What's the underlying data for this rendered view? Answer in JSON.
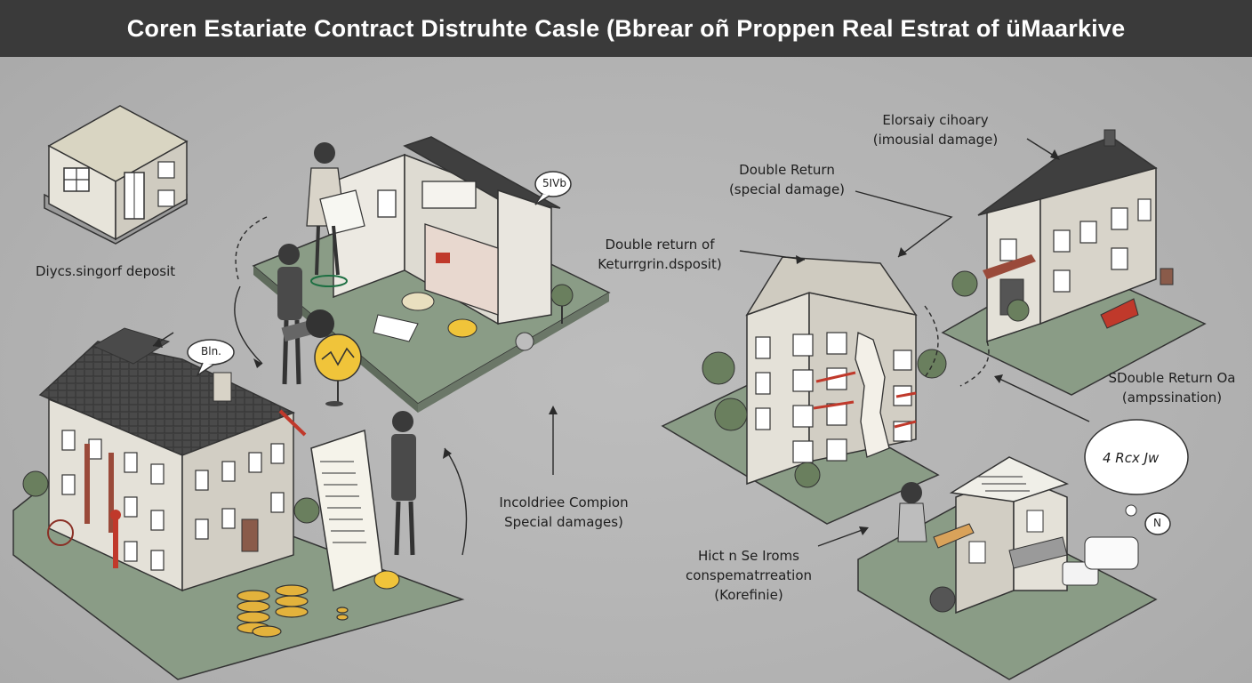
{
  "title": "Coren Estariate Contract Distruhte Casle (Bbrear oñ Proppen Real Estrat of üMaarkive",
  "labels": {
    "top_left": "Diycs.singorf deposit",
    "center_bottom": [
      "Incoldriee Compion",
      "Special damages)"
    ],
    "center_right": [
      "Double return of",
      "Keturrgrin.dsposit)"
    ],
    "double_return_special": [
      "Double Return",
      "(special damage)"
    ],
    "top_right": [
      "Elorsaiy cihoary",
      "(imousial damage)"
    ],
    "right_middle": [
      "SDouble Return Oa",
      "(ampssination)"
    ],
    "bottom_center_right": [
      "Hict n Se Iroms",
      "conspematrreation",
      "(Korefinie)"
    ]
  },
  "bubbles": {
    "b1": "5IVb",
    "b2": "Bln.",
    "b3": "4 Rcx Jw",
    "b4": "N"
  },
  "colors": {
    "title_bar": "#3a3a3a",
    "ground": "#8a9c86",
    "coin": "#e3b23c",
    "accent_red": "#c0392b"
  }
}
